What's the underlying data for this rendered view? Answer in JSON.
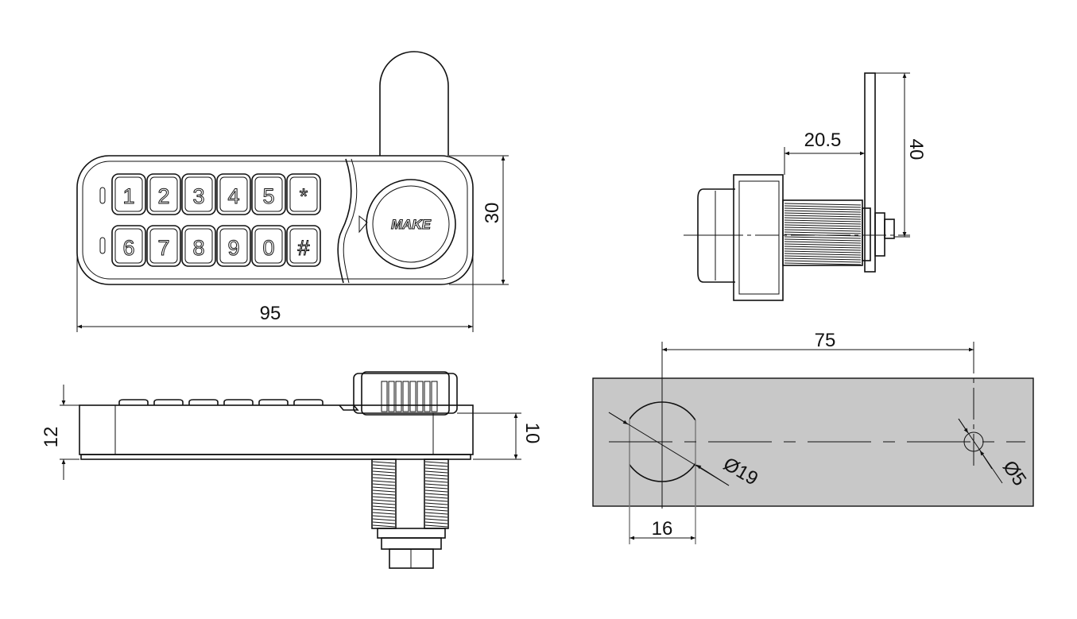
{
  "brand": "MAKE",
  "keypad": {
    "row1": [
      "1",
      "2",
      "3",
      "4",
      "5",
      "*"
    ],
    "row2": [
      "6",
      "7",
      "8",
      "9",
      "0",
      "#"
    ]
  },
  "dimensions": {
    "front_width": "95",
    "front_height": "30",
    "side_thickness_total": "12",
    "side_thickness_body": "10",
    "cam_offset": "20.5",
    "cam_length": "40",
    "hole_spacing": "75",
    "hole_flat_width": "16",
    "main_hole_diameter": "Ø19",
    "small_hole_diameter": "Ø5"
  },
  "colors": {
    "panel_fill": "#c8c8c8",
    "line": "#111111"
  }
}
